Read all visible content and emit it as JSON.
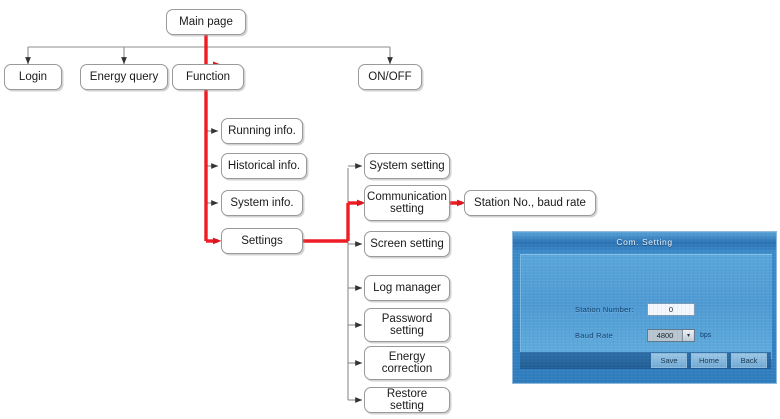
{
  "diagram": {
    "type": "flowchart",
    "nodes": [
      {
        "id": "main-page",
        "label": "Main page"
      },
      {
        "id": "login",
        "label": "Login"
      },
      {
        "id": "energy-query",
        "label": "Energy query"
      },
      {
        "id": "function",
        "label": "Function"
      },
      {
        "id": "on-off",
        "label": "ON/OFF"
      },
      {
        "id": "running-info",
        "label": "Running info."
      },
      {
        "id": "historical-info",
        "label": "Historical info."
      },
      {
        "id": "system-info",
        "label": "System info."
      },
      {
        "id": "settings",
        "label": "Settings"
      },
      {
        "id": "system-setting",
        "label": "System setting"
      },
      {
        "id": "communication-setting",
        "label": "Communication\nsetting"
      },
      {
        "id": "station-baud",
        "label": "Station No., baud rate"
      },
      {
        "id": "screen-setting",
        "label": "Screen setting"
      },
      {
        "id": "log-manager",
        "label": "Log manager"
      },
      {
        "id": "password-setting",
        "label": "Password\nsetting"
      },
      {
        "id": "energy-correction",
        "label": "Energy\ncorrection"
      },
      {
        "id": "restore-setting",
        "label": "Restore setting"
      }
    ],
    "colors": {
      "connector": "#8c8c8c",
      "highlight": "#ee1c25",
      "node_border": "#9a9a9a",
      "node_fill": "#ffffff",
      "text": "#1a1a1a"
    },
    "highlight_path": [
      "main-page",
      "function",
      "settings",
      "communication-setting",
      "station-baud"
    ]
  },
  "hmi": {
    "title": "Com. Setting",
    "fields": [
      {
        "id": "station-number",
        "label": "Station Number:",
        "value": "0",
        "unit": ""
      },
      {
        "id": "baud-rate",
        "label": "Baud Rate",
        "value": "4800",
        "unit": "bps"
      }
    ],
    "buttons": [
      {
        "id": "save",
        "label": "Save"
      },
      {
        "id": "home",
        "label": "Home"
      },
      {
        "id": "back",
        "label": "Back"
      }
    ]
  }
}
